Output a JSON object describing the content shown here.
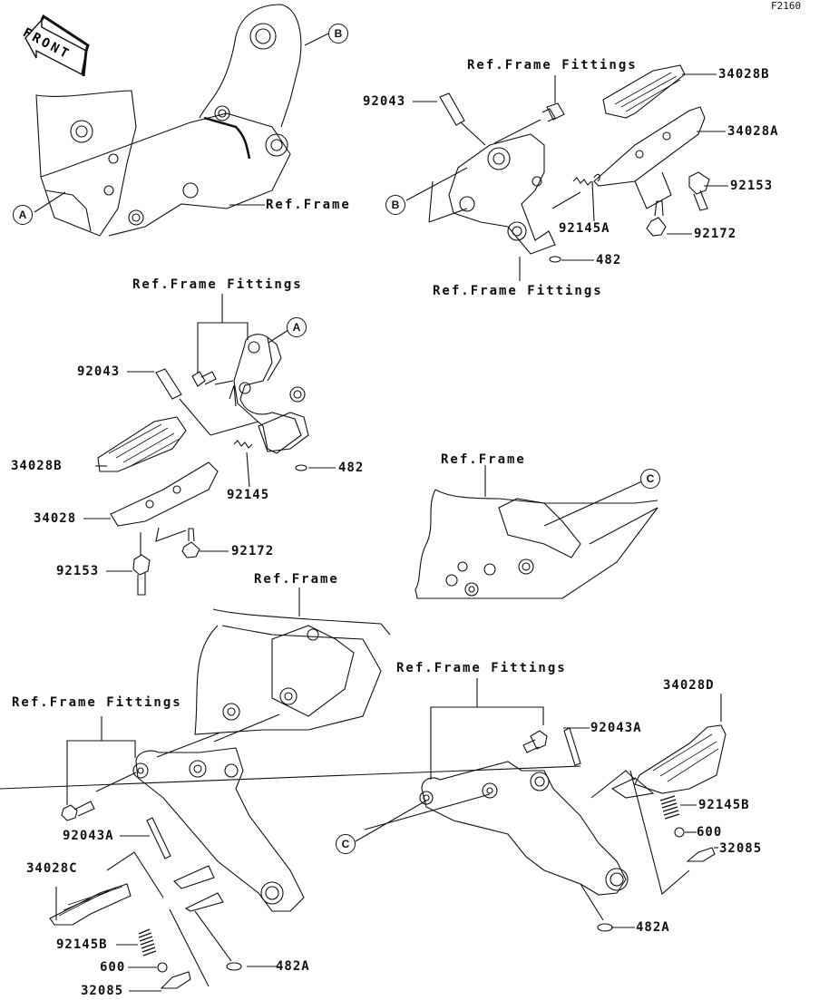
{
  "figure_code": "F2160",
  "direction_indicator": "FRONT",
  "reference_markers": {
    "a": "A",
    "b": "B",
    "c": "C"
  },
  "reference_labels": {
    "ref_frame": "Ref.Frame",
    "ref_frame_fittings": "Ref.Frame Fittings"
  },
  "groups": {
    "top_right_assembly": {
      "parts": [
        "92043",
        "34028B",
        "34028A",
        "92153",
        "92145A",
        "92172",
        "482"
      ]
    },
    "middle_left_assembly": {
      "parts": [
        "92043",
        "34028B",
        "34028",
        "92145",
        "482",
        "92172",
        "92153"
      ]
    },
    "bottom_left_assembly": {
      "parts": [
        "92043A",
        "34028C",
        "92145B",
        "600",
        "32085",
        "482A"
      ]
    },
    "bottom_right_assembly": {
      "parts": [
        "92043A",
        "34028D",
        "92145B",
        "600",
        "32085",
        "482A"
      ]
    }
  },
  "labels": {
    "tr_92043": "92043",
    "tr_34028B": "34028B",
    "tr_34028A": "34028A",
    "tr_92153": "92153",
    "tr_92145A": "92145A",
    "tr_92172": "92172",
    "tr_482": "482",
    "ml_92043": "92043",
    "ml_34028B": "34028B",
    "ml_34028": "34028",
    "ml_92145": "92145",
    "ml_482": "482",
    "ml_92172": "92172",
    "ml_92153": "92153",
    "bl_92043A": "92043A",
    "bl_34028C": "34028C",
    "bl_92145B": "92145B",
    "bl_600": "600",
    "bl_32085": "32085",
    "bl_482A": "482A",
    "br_92043A": "92043A",
    "br_34028D": "34028D",
    "br_92145B": "92145B",
    "br_600": "600",
    "br_32085": "32085",
    "br_482A": "482A"
  }
}
